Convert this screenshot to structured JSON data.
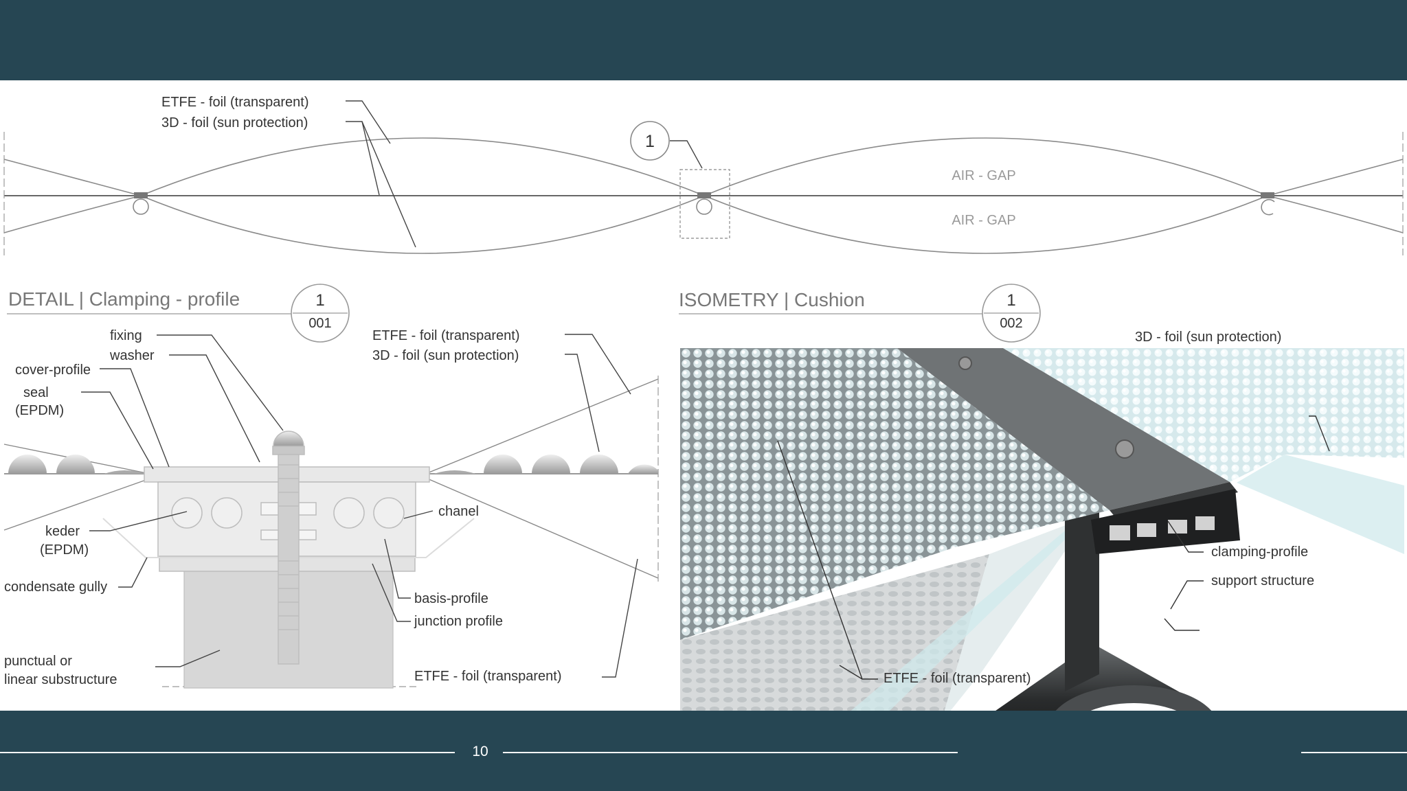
{
  "page": {
    "number": "10"
  },
  "colors": {
    "header_bg": "#264653",
    "content_bg": "#ffffff",
    "line": "#555555",
    "foil_tint": "#bfe3e6"
  },
  "section_view": {
    "label_etfe": "ETFE - foil (transparent)",
    "label_3d": "3D - foil (sun protection)",
    "callout_number": "1",
    "air_gap_top": "AIR - GAP",
    "air_gap_bottom": "AIR - GAP"
  },
  "detail": {
    "title": "DETAIL | Clamping - profile",
    "callout_top": "1",
    "callout_bottom": "001",
    "labels": {
      "fixing": "fixing",
      "washer": "washer",
      "cover_profile": "cover-profile",
      "seal_1": "seal",
      "seal_2": "(EPDM)",
      "keder_1": "keder",
      "keder_2": "(EPDM)",
      "condensate": "condensate gully",
      "punctual_1": "punctual or",
      "punctual_2": "linear substructure",
      "etfe": "ETFE - foil (transparent)",
      "foil_3d": "3D - foil (sun protection)",
      "chanel": "chanel",
      "basis": "basis-profile",
      "junction": "junction profile",
      "etfe_bottom": "ETFE - foil (transparent)"
    }
  },
  "isometry": {
    "title": "ISOMETRY | Cushion",
    "callout_top": "1",
    "callout_bottom": "002",
    "labels": {
      "foil_3d": "3D - foil (sun protection)",
      "clamping": "clamping-profile",
      "support": "support structure",
      "etfe": "ETFE - foil (transparent)"
    }
  }
}
